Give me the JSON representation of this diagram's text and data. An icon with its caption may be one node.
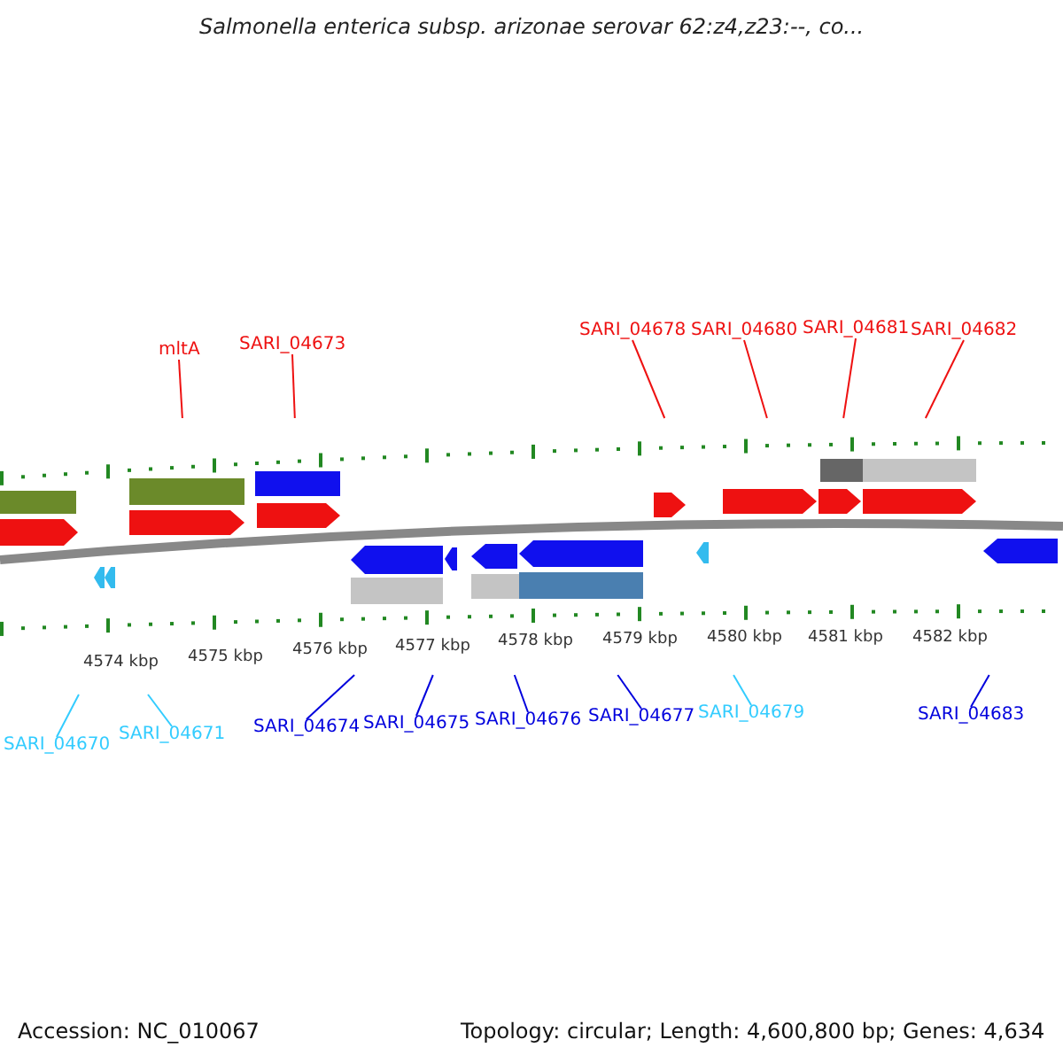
{
  "diagram": {
    "title": "Salmonella enterica subsp. arizonae serovar 62:z4,z23:--, co...",
    "nodes": [
      {
        "text": [
          "mltA"
        ]
      },
      {
        "text": [
          "SARI_04673"
        ]
      },
      {
        "text": [
          "SARI_04678"
        ]
      },
      {
        "text": [
          "SARI_04680"
        ]
      },
      {
        "text": [
          "SARI_04681"
        ]
      },
      {
        "text": [
          "SARI_04682"
        ]
      },
      {
        "text": [
          "SARI_04670"
        ]
      },
      {
        "text": [
          "SARI_04671"
        ]
      },
      {
        "text": [
          "SARI_04674"
        ]
      },
      {
        "text": [
          "SARI_04675"
        ]
      },
      {
        "text": [
          "SARI_04676"
        ]
      },
      {
        "text": [
          "SARI_04677"
        ]
      },
      {
        "text": [
          "SARI_04679"
        ]
      },
      {
        "text": [
          "SARI_04683"
        ]
      }
    ],
    "edges": [
      {
        "from": 0,
        "to": null,
        "arrow": "none"
      },
      {
        "from": 1,
        "to": null,
        "arrow": "none"
      },
      {
        "from": 2,
        "to": null,
        "arrow": "none"
      },
      {
        "from": 3,
        "to": null,
        "arrow": "none"
      },
      {
        "from": 4,
        "to": null,
        "arrow": "none"
      },
      {
        "from": 5,
        "to": null,
        "arrow": "none"
      },
      {
        "from": 6,
        "to": null,
        "arrow": "none",
        "color": "#33ccff"
      },
      {
        "from": 7,
        "to": null,
        "arrow": "none",
        "color": "#33ccff"
      },
      {
        "from": 8,
        "to": null,
        "arrow": "none",
        "color": "#0000dd"
      },
      {
        "from": 9,
        "to": null,
        "arrow": "none",
        "color": "#0000dd"
      },
      {
        "from": 10,
        "to": null,
        "arrow": "none",
        "color": "#0000dd"
      },
      {
        "from": 11,
        "to": null,
        "arrow": "none",
        "color": "#0000dd"
      },
      {
        "from": 12,
        "to": null,
        "arrow": "none",
        "color": "#33ccff"
      },
      {
        "from": 13,
        "to": null,
        "arrow": "none",
        "color": "#0000dd"
      }
    ],
    "labels": [
      "4574 kbp",
      "4575 kbp",
      "4576 kbp",
      "4577 kbp",
      "4578 kbp",
      "4579 kbp",
      "4580 kbp",
      "4581 kbp",
      "4582 kbp",
      "Accession: NC_010067",
      "Topology: circular; Length: 4,600,800 bp; Genes: 4,634"
    ]
  }
}
